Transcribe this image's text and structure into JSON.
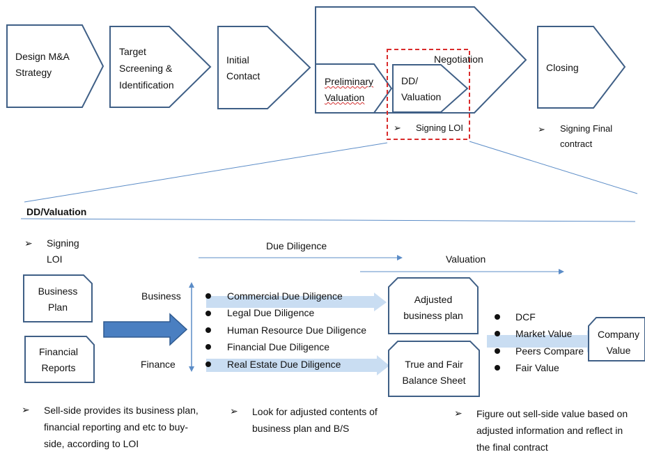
{
  "top_flow": {
    "design": "Design  M&A\nStrategy",
    "target": "Target\nScreening  &\nIdentification",
    "initial": "Initial\nContact",
    "negotiation": "Negotiation",
    "prelim_line1": "Preliminary",
    "prelim_line2": "Valuation",
    "dd": "DD/\nValuation",
    "closing": "Closing",
    "signing_loi": "Signing LOI",
    "signing_final": "Signing Final\ncontract"
  },
  "detail": {
    "title": "DD/Valuation",
    "signing_loi": "Signing\nLOI",
    "due_diligence": "Due Diligence",
    "valuation": "Valuation",
    "business_plan": "Business\nPlan",
    "financial_reports": "Financial\nReports",
    "business_label": "Business",
    "finance_label": "Finance",
    "dd_items": [
      "Commercial Due Diligence",
      "Legal Due Diligence",
      "Human Resource Due Diligence",
      "Financial Due Diligence",
      "Real Estate Due Diligence"
    ],
    "adjusted_plan": "Adjusted\nbusiness plan",
    "balance_sheet": "True and Fair\nBalance Sheet",
    "valuation_items": [
      "DCF",
      "Market Value",
      "Peers Compare",
      "Fair Value"
    ],
    "company_value": "Company\nValue"
  },
  "notes": {
    "note1": "Sell-side provides its business plan,\nfinancial reporting and etc to buy-\nside, according to LOI",
    "note2": "Look for adjusted contents of\nbusiness plan and B/S",
    "note3": "Figure out sell-side value based on\nadjusted information and reflect in\nthe final contract"
  },
  "colors": {
    "outline": "#3f5f86",
    "highlight_dashed": "#d92b2b",
    "thick_arrow": "#4a7fc1",
    "light_arrow": "#c9ddf2",
    "thin_line": "#5b8cc7"
  }
}
